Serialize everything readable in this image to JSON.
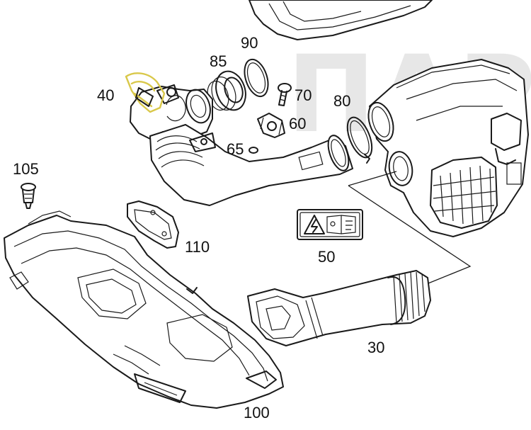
{
  "watermark": "ПАР",
  "colors": {
    "line": "#1a1a1a",
    "highlight": "#d9c84a",
    "watermark": "#d4d4d4"
  },
  "callouts": {
    "p90": "90",
    "p85": "85",
    "p40": "40",
    "p70": "70",
    "p80": "80",
    "p60": "60",
    "p65": "65",
    "p105": "105",
    "p110": "110",
    "p50": "50",
    "p30": "30",
    "p100": "100"
  },
  "icons": {
    "warning_label": "warning-label-icon"
  }
}
